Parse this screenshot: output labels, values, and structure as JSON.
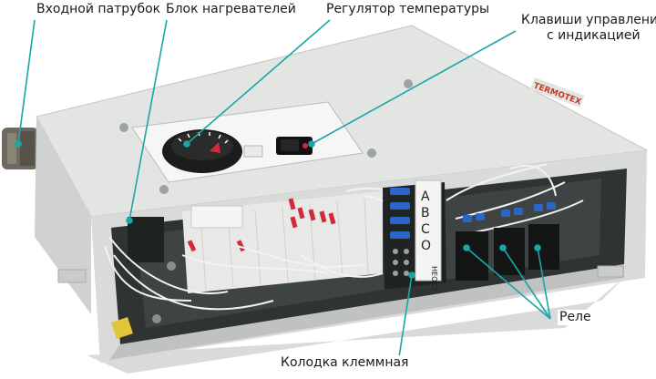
{
  "labels": {
    "inlet": "Входной патрубок",
    "heaters": "Блок нагревателей",
    "thermostat": "Регулятор температуры",
    "keys_line1": "Клавиши управления",
    "keys_line2": "с индикацией",
    "relays": "Реле",
    "terminal_block": "Колодка клеммная"
  },
  "brand_mark": "TERMOTEX",
  "terminal_letters": [
    "A",
    "B",
    "C",
    "O"
  ],
  "terminal_side_text": "НЕОСУ",
  "colors": {
    "housing": "#dcdfdd",
    "interior": "#2f3433",
    "leader": "#1aa6a6",
    "wire": "#f2f2f2",
    "terminal": "#2a66c8",
    "connector": "#d22a3a"
  }
}
